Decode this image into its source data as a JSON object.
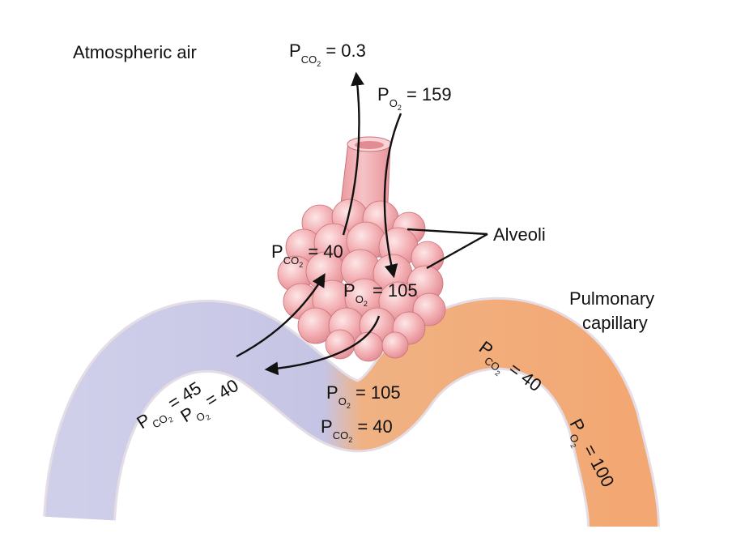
{
  "labels": {
    "atmospheric_air": "Atmospheric air",
    "alveoli": "Alveoli",
    "pulmonary": "Pulmonary",
    "capillary": "capillary",
    "p": "P",
    "co2": "CO",
    "o2": "O",
    "two": "2",
    "eq_03": " = 0.3",
    "eq_159": " = 159",
    "eq_40": " = 40",
    "eq_105": " = 105",
    "eq_45": " = 45",
    "eq_100": " = 100"
  },
  "colors": {
    "alveoli_fill": "#f3b3b6",
    "alveoli_stroke": "#c9727a",
    "trachea": "#eea3a7",
    "venous_vessel": "#c9c8e6",
    "arterial_vessel": "#f1b07a",
    "arrow": "#111111"
  }
}
